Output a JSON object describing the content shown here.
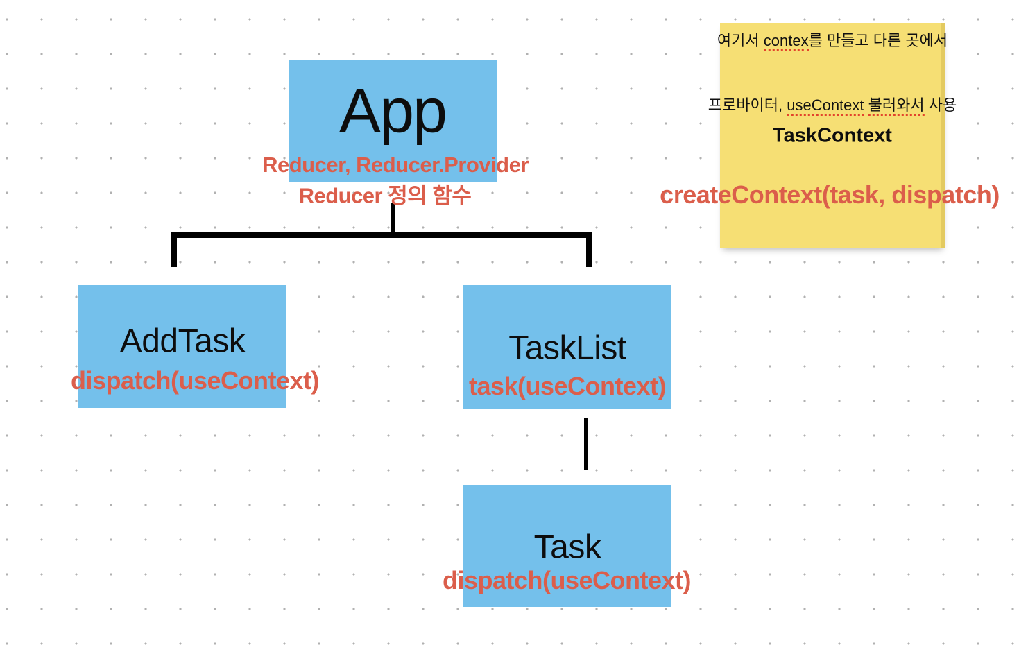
{
  "colors": {
    "box_blue": "#74c0eb",
    "note_yellow": "#f6df74",
    "note_right_edge": "#e3ca60",
    "annotation_red": "#db5e4b",
    "squiggle_red": "#e2432c",
    "connector_black": "#000000",
    "dot_grid_gray": "#b1b1b1"
  },
  "tree": {
    "app": {
      "label": "App",
      "annotation_line1": "Reducer, Reducer.Provider",
      "annotation_line2": "Reducer 정의 함수"
    },
    "add_task": {
      "label": "AddTask",
      "annotation": "dispatch(useContext)"
    },
    "task_list": {
      "label": "TaskList",
      "annotation": "task(useContext)"
    },
    "task": {
      "label": "Task",
      "annotation": "dispatch(useContext)"
    }
  },
  "sticky_note": {
    "memo": {
      "line1_prefix": "여기서 ",
      "line1_misspelled": "contex",
      "line1_suffix": "를 만들고 다른 곳에서",
      "line2_prefix": "프로바이터, ",
      "line2_misspelled1": "useContext",
      "line2_mid": " ",
      "line2_misspelled2": "불러와서",
      "line2_suffix": " 사용"
    },
    "title": "TaskContext",
    "annotation": "createContext(task, dispatch)"
  }
}
